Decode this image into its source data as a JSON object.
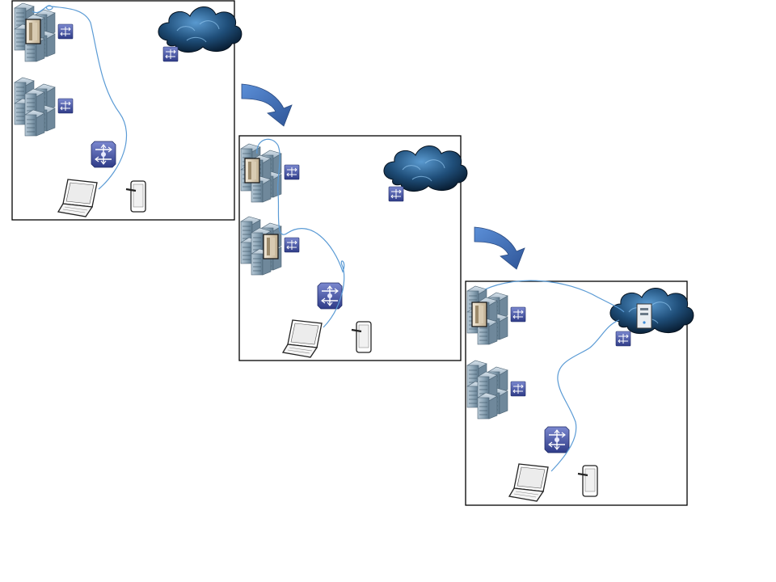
{
  "diagram": {
    "kind": "network-migration-sequence",
    "panels": [
      {
        "id": "panel-1",
        "nodes": [
          "server-rack-cluster-top",
          "server-rack-cluster-bottom",
          "cloud",
          "core-switch",
          "laptop",
          "tablet"
        ],
        "cable": "laptop-to-top-rack-virtual-machine"
      },
      {
        "id": "panel-2",
        "nodes": [
          "server-rack-cluster-top",
          "server-rack-cluster-bottom",
          "cloud",
          "core-switch",
          "laptop",
          "tablet"
        ],
        "cable": "virtual-machine-moved-to-bottom-rack"
      },
      {
        "id": "panel-3",
        "nodes": [
          "server-rack-cluster-top",
          "server-rack-cluster-bottom",
          "cloud",
          "core-switch",
          "laptop",
          "tablet"
        ],
        "cable": "virtual-machine-moved-into-cloud"
      }
    ],
    "arrows": [
      {
        "from": "panel-1",
        "to": "panel-2"
      },
      {
        "from": "panel-2",
        "to": "panel-3"
      }
    ]
  },
  "colors": {
    "cable": "#5b9bd5",
    "arrow": "#4472c4",
    "cloud": "#1f4e79",
    "switch": "#3f4f9f",
    "rack": "#8fa7b8",
    "vm_highlight": "#e8dcc6"
  }
}
